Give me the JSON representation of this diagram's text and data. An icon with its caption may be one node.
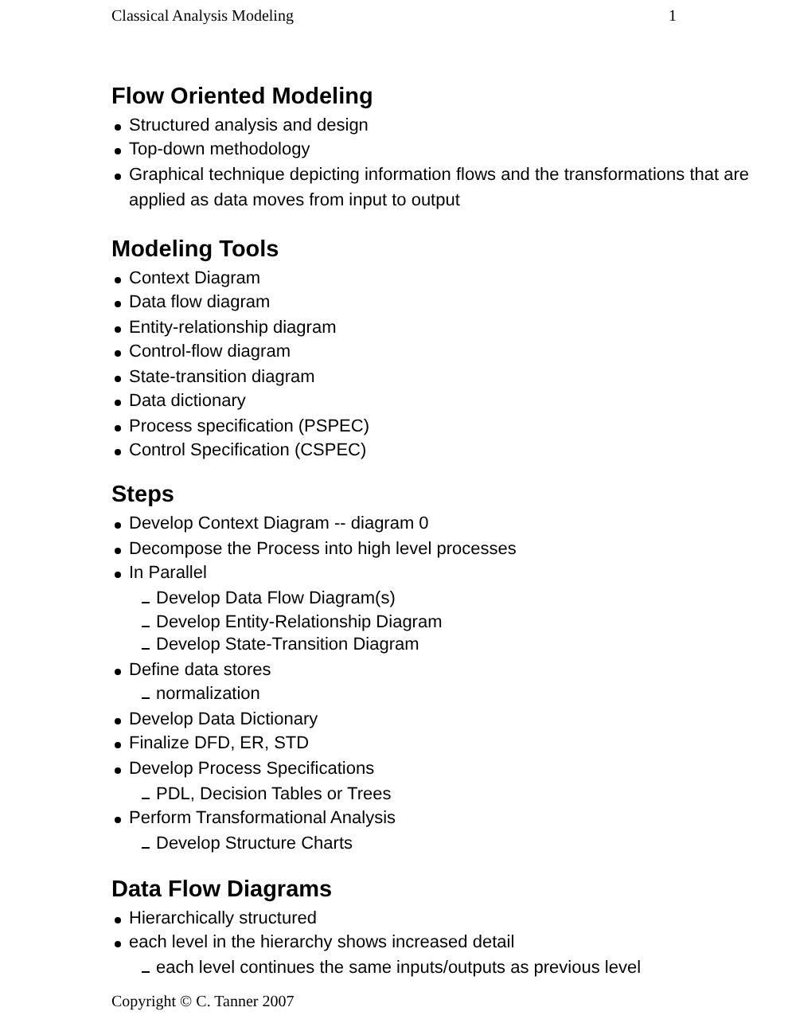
{
  "diagram": {
    "labels": [
      "Classical Analysis Modeling",
      "1",
      "Flow Oriented Modeling",
      "Structured analysis and design",
      "Top-down methodology",
      "Graphical technique depicting information flows and the transformations that are applied as data moves from input to output",
      "Modeling Tools",
      "Context Diagram",
      "Data flow diagram",
      "Entity-relationship diagram",
      "Control-flow diagram",
      "State-transition diagram",
      "Data dictionary",
      "Process specification (PSPEC)",
      "Control Specification (CSPEC)",
      "Steps",
      "Develop Context Diagram -- diagram 0",
      "Decompose the Process into high level processes",
      "In Parallel",
      "Develop Data Flow Diagram(s)",
      "Develop Entity-Relationship Diagram",
      "Develop State-Transition Diagram",
      "Define data stores",
      "normalization",
      "Develop Data Dictionary",
      "Finalize DFD, ER, STD",
      "Develop Process Specifications",
      "PDL, Decision Tables or Trees",
      "Perform Transformational Analysis",
      "Develop Structure Charts",
      "Data Flow Diagrams",
      "Hierarchically structured",
      "each level in the hierarchy shows increased detail",
      "each level continues the same inputs/outputs as previous level",
      "Copyright © C. Tanner 2007"
    ]
  }
}
